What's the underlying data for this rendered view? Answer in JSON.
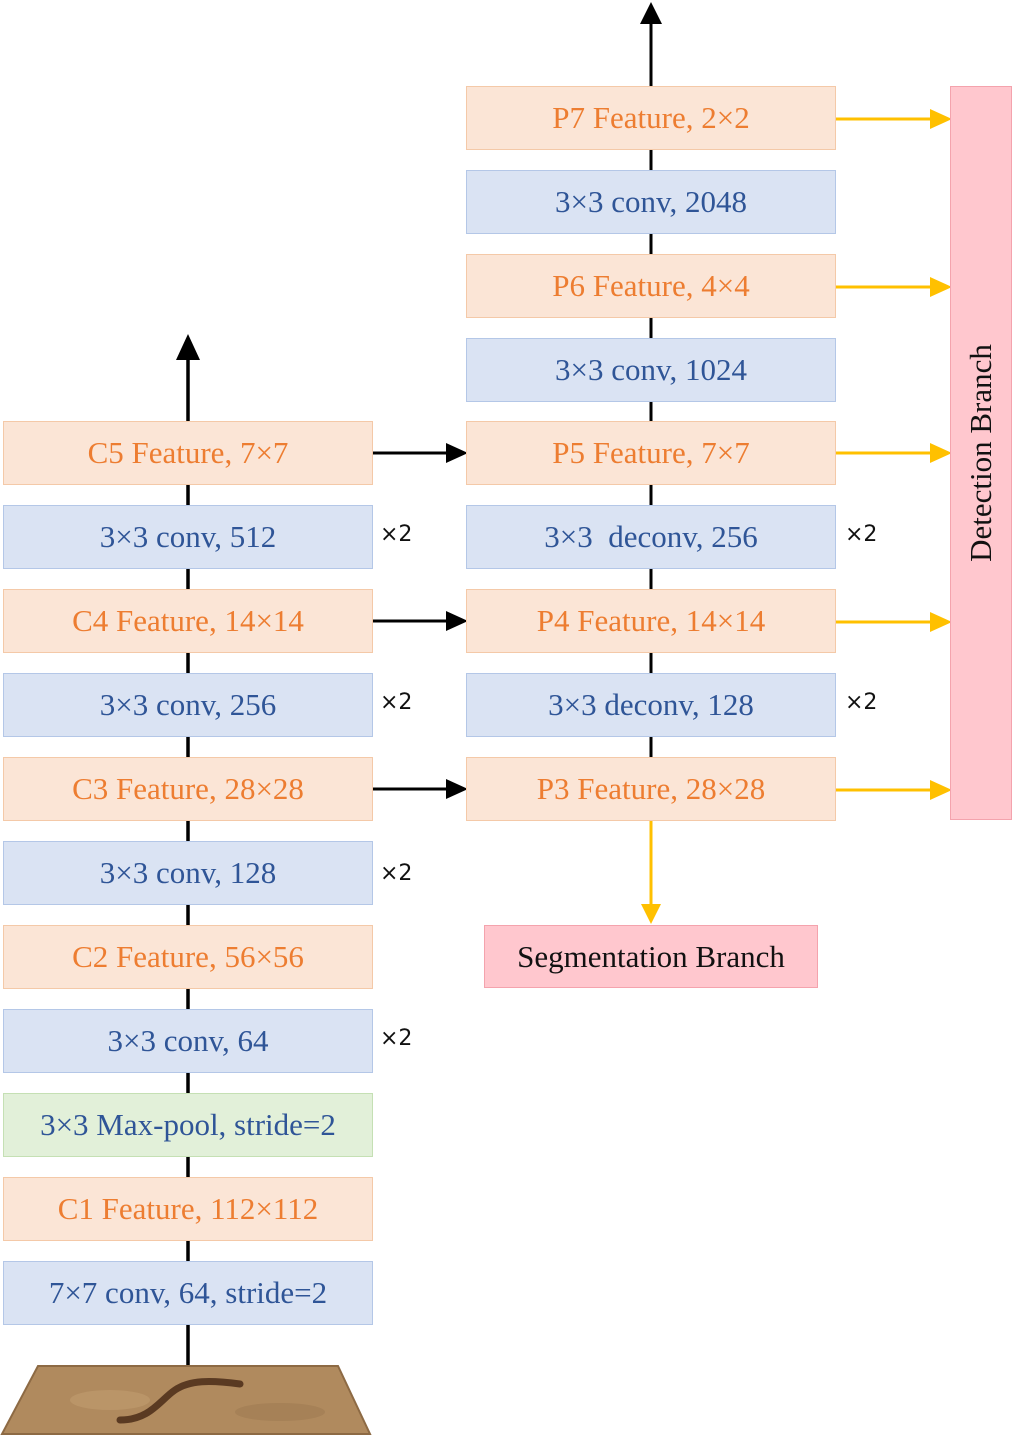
{
  "colors": {
    "feature": "#ed7d31",
    "conv": "#2f5597",
    "arrow_black": "#000000",
    "arrow_yellow": "#ffc000",
    "branch_fill": "#ffc7ce"
  },
  "backbone": {
    "c5": "C5 Feature, 7×7",
    "conv512": "3×3 conv, 512",
    "c4": "C4 Feature, 14×14",
    "conv256": "3×3 conv, 256",
    "c3": "C3 Feature, 28×28",
    "conv128": "3×3 conv, 128",
    "c2": "C2 Feature, 56×56",
    "conv64": "3×3 conv, 64",
    "maxpool": "3×3 Max-pool, stride=2",
    "c1": "C1 Feature, 112×112",
    "conv7": "7×7 conv, 64, stride=2"
  },
  "pyramid": {
    "p7": "P7 Feature, 2×2",
    "conv2048": "3×3 conv, 2048",
    "p6": "P6 Feature, 4×4",
    "conv1024": "3×3 conv, 1024",
    "p5": "P5 Feature, 7×7",
    "deconv256": "3×3  deconv, 256",
    "p4": "P4 Feature, 14×14",
    "deconv128": "3×3 deconv, 128",
    "p3": "P3 Feature, 28×28"
  },
  "repeat": "×2",
  "branches": {
    "detection": "Detection Branch",
    "segmentation": "Segmentation Branch"
  },
  "input_image": "input-image"
}
